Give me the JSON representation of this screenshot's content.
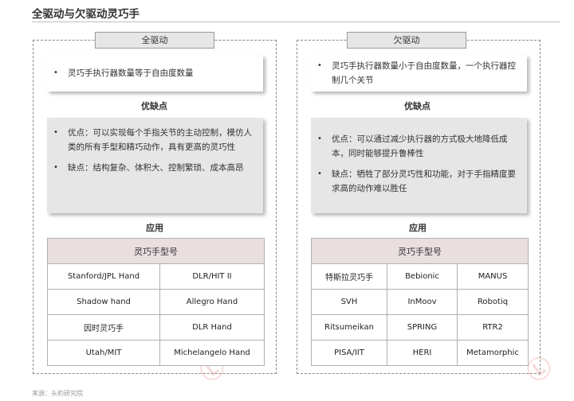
{
  "page": {
    "title": "全驱动与欠驱动灵巧手",
    "source": "来源：头豹研究院"
  },
  "full_drive": {
    "tab": "全驱动",
    "definition": "灵巧手执行器数量等于自由度数量",
    "pros_cons_label": "优缺点",
    "pros": "优点：可以实现每个手指关节的主动控制，模仿人类的所有手型和精巧动作，具有更高的灵巧性",
    "cons": "缺点：结构复杂、体积大、控制繁琐、成本高昂",
    "application_label": "应用",
    "table_header": "灵巧手型号",
    "models": [
      [
        "Stanford/JPL Hand",
        "DLR/HIT II"
      ],
      [
        "Shadow hand",
        "Allegro Hand"
      ],
      [
        "因时灵巧手",
        "DLR Hand"
      ],
      [
        "Utah/MIT",
        "Michelangelo Hand"
      ]
    ]
  },
  "under_drive": {
    "tab": "欠驱动",
    "definition": "灵巧手执行器数量小于自由度数量，一个执行器控制几个关节",
    "pros_cons_label": "优缺点",
    "pros": "优点：可以通过减少执行器的方式极大地降低成本，同时能够提升鲁棒性",
    "cons": "缺点：牺牲了部分灵巧性和功能，对于手指精度要求高的动作难以胜任",
    "application_label": "应用",
    "table_header": "灵巧手型号",
    "models": [
      [
        "特斯拉灵巧手",
        "Bebionic",
        "MANUS"
      ],
      [
        "SVH",
        "InMoov",
        "Robotiq"
      ],
      [
        "Ritsumeikan",
        "SPRING",
        "RTR2"
      ],
      [
        "PISA/IIT",
        "HERI",
        "Metamorphic"
      ]
    ]
  }
}
